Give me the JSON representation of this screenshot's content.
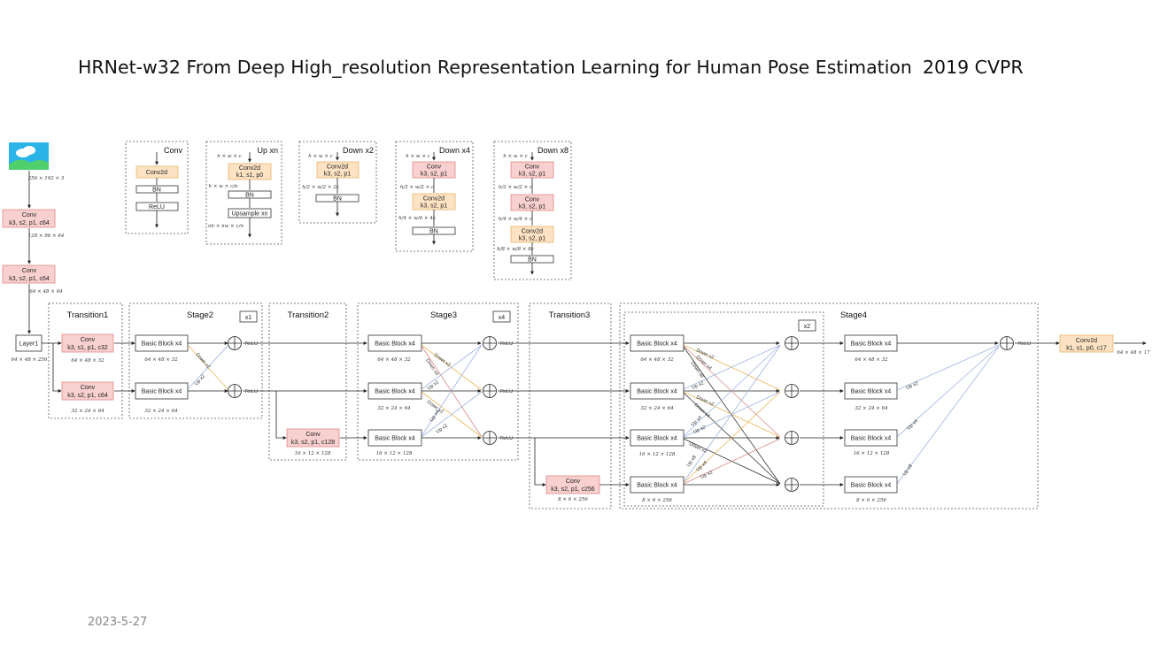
{
  "title": {
    "main": "HRNet-w32  From Deep High_resolution Representation Learning for Human Pose Estimation",
    "venue": "2019 CVPR"
  },
  "date": "2023-5-27",
  "stem": {
    "input_dim": "256 × 192 × 3",
    "conv1": [
      "Conv",
      "k3, s2, p1, c64"
    ],
    "dim1": "128 × 96 × 64",
    "conv2": [
      "Conv",
      "k3, s2, p1, c64"
    ],
    "dim2": "64 × 48 × 64",
    "layer1": "Layer1",
    "layer1_dim": "64 × 48 × 256"
  },
  "legend": {
    "conv": {
      "title": "Conv",
      "blocks": [
        "Conv2d",
        "BN",
        "ReLU"
      ]
    },
    "upxn": {
      "title": "Up xn",
      "blocks": [
        "Conv2d",
        "k1, s1, p0",
        "BN",
        "Upsample xn"
      ],
      "dims": [
        "h × w × c",
        "h × w × c/n",
        "nh × nw × c/n"
      ]
    },
    "down2": {
      "title": "Down x2",
      "blocks": [
        "Conv2d",
        "k3, s2, p1",
        "BN"
      ],
      "dims": [
        "h × w × c",
        "h/2 × w/2 × 2c"
      ]
    },
    "down4": {
      "title": "Down x4",
      "blocks": [
        "Conv",
        "k3, s2, p1",
        "Conv2d",
        "k3, s2, p1",
        "BN"
      ],
      "dims": [
        "h × w × c",
        "h/2 × w/2 × c",
        "h/4 × w/4 × 4c"
      ]
    },
    "down8": {
      "title": "Down x8",
      "blocks": [
        "Conv",
        "k3, s2, p1",
        "Conv",
        "k3, s2, p1",
        "Conv2d",
        "k3, s2, p1",
        "BN"
      ],
      "dims": [
        "h × w × c",
        "h/2 × w/2 × c",
        "h/4 × w/4 × c",
        "h/8 × w/8 × 8c"
      ]
    }
  },
  "sections": {
    "transition1": "Transition1",
    "stage2": "Stage2",
    "stage2_repeat": "x1",
    "transition2": "Transition2",
    "stage3": "Stage3",
    "stage3_repeat": "x4",
    "transition3": "Transition3",
    "stage4": "Stage4",
    "stage4_repeat": "x2"
  },
  "blocks": {
    "conv": "Conv",
    "t1a": "k3, s1, p1, c32",
    "t1b": "k3, s2, p1, c64",
    "t2": "k3, s2, p1, c128",
    "t3": "k3, s2, p1, c256",
    "basic": "Basic Block x4",
    "relu": "ReLU",
    "final_conv": "Conv2d",
    "final_params": "k1, s1, p0, c17",
    "final_dim": "64 × 48 × 17"
  },
  "dims": {
    "d32": "64 × 48 × 32",
    "d64": "32 × 24 × 64",
    "d128": "16 × 12 × 128",
    "d256": "8 × 6 × 256"
  },
  "edges": {
    "down2": "Down x2",
    "down4": "Down x4",
    "down8": "Down x8",
    "up2": "Up x2",
    "up4": "Up x4",
    "up8": "Up x8"
  }
}
